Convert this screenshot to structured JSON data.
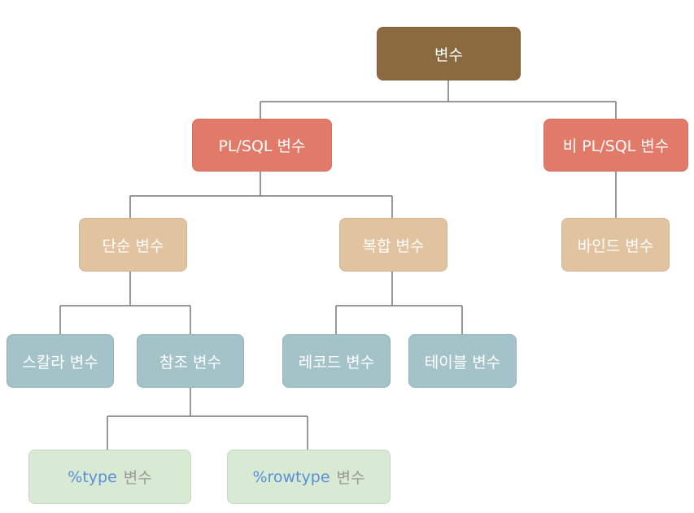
{
  "nodes": {
    "root": "변수",
    "plsql": "PL/SQL 변수",
    "non_plsql": "비 PL/SQL 변수",
    "simple": "단순 변수",
    "composite": "복합 변수",
    "bind": "바인드 변수",
    "scalar": "스칼라 변수",
    "reference": "참조 변수",
    "record": "레코드 변수",
    "table": "테이블 변수",
    "type_code": "%type",
    "type_suffix": "변수",
    "rowtype_code": "%rowtype",
    "rowtype_suffix": "변수"
  },
  "colors": {
    "level0": "#8c6a3f",
    "level1": "#e27a69",
    "level2": "#e2c3a0",
    "level3": "#a3c3c9",
    "level4": "#d8e9d4",
    "code_text": "#5a8fd6"
  }
}
